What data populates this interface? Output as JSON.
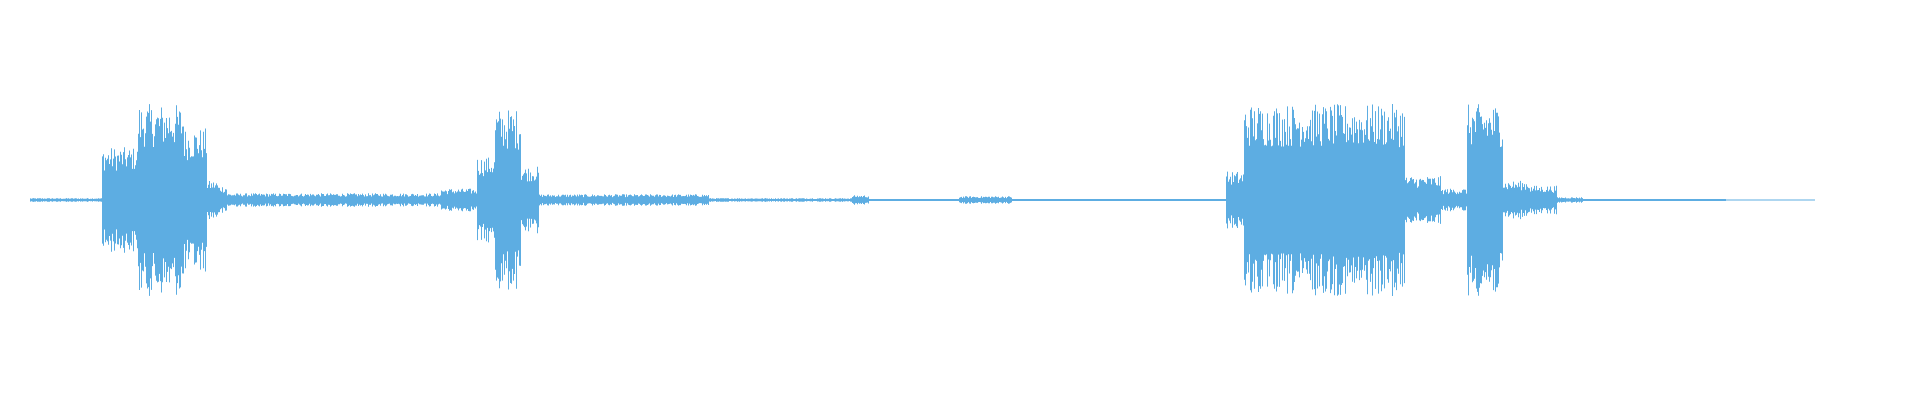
{
  "waveform": {
    "color": "#5DADE2",
    "background": "#FFFFFF",
    "time_range": [
      0,
      1
    ],
    "amplitude_range": [
      -1,
      1
    ],
    "segments": [
      {
        "start": 0.0,
        "end": 0.04,
        "amplitude": 0.02
      },
      {
        "start": 0.04,
        "end": 0.06,
        "amplitude": 0.55
      },
      {
        "start": 0.06,
        "end": 0.086,
        "amplitude": 1.0
      },
      {
        "start": 0.086,
        "end": 0.099,
        "amplitude": 0.75
      },
      {
        "start": 0.099,
        "end": 0.105,
        "amplitude": 0.2
      },
      {
        "start": 0.105,
        "end": 0.11,
        "amplitude": 0.15
      },
      {
        "start": 0.11,
        "end": 0.23,
        "amplitude": 0.07
      },
      {
        "start": 0.23,
        "end": 0.25,
        "amplitude": 0.12
      },
      {
        "start": 0.25,
        "end": 0.26,
        "amplitude": 0.45
      },
      {
        "start": 0.26,
        "end": 0.275,
        "amplitude": 0.95
      },
      {
        "start": 0.275,
        "end": 0.285,
        "amplitude": 0.35
      },
      {
        "start": 0.285,
        "end": 0.38,
        "amplitude": 0.06
      },
      {
        "start": 0.38,
        "end": 0.46,
        "amplitude": 0.02
      },
      {
        "start": 0.46,
        "end": 0.47,
        "amplitude": 0.05
      },
      {
        "start": 0.47,
        "end": 0.52,
        "amplitude": 0.01
      },
      {
        "start": 0.52,
        "end": 0.55,
        "amplitude": 0.04
      },
      {
        "start": 0.55,
        "end": 0.67,
        "amplitude": 0.01
      },
      {
        "start": 0.67,
        "end": 0.68,
        "amplitude": 0.3
      },
      {
        "start": 0.68,
        "end": 0.77,
        "amplitude": 1.0
      },
      {
        "start": 0.77,
        "end": 0.79,
        "amplitude": 0.25
      },
      {
        "start": 0.79,
        "end": 0.805,
        "amplitude": 0.12
      },
      {
        "start": 0.805,
        "end": 0.825,
        "amplitude": 1.0
      },
      {
        "start": 0.825,
        "end": 0.84,
        "amplitude": 0.2
      },
      {
        "start": 0.84,
        "end": 0.855,
        "amplitude": 0.15
      },
      {
        "start": 0.855,
        "end": 0.87,
        "amplitude": 0.03
      },
      {
        "start": 0.87,
        "end": 0.95,
        "amplitude": 0.01
      },
      {
        "start": 0.95,
        "end": 1.0,
        "amplitude": 0.0
      }
    ]
  }
}
